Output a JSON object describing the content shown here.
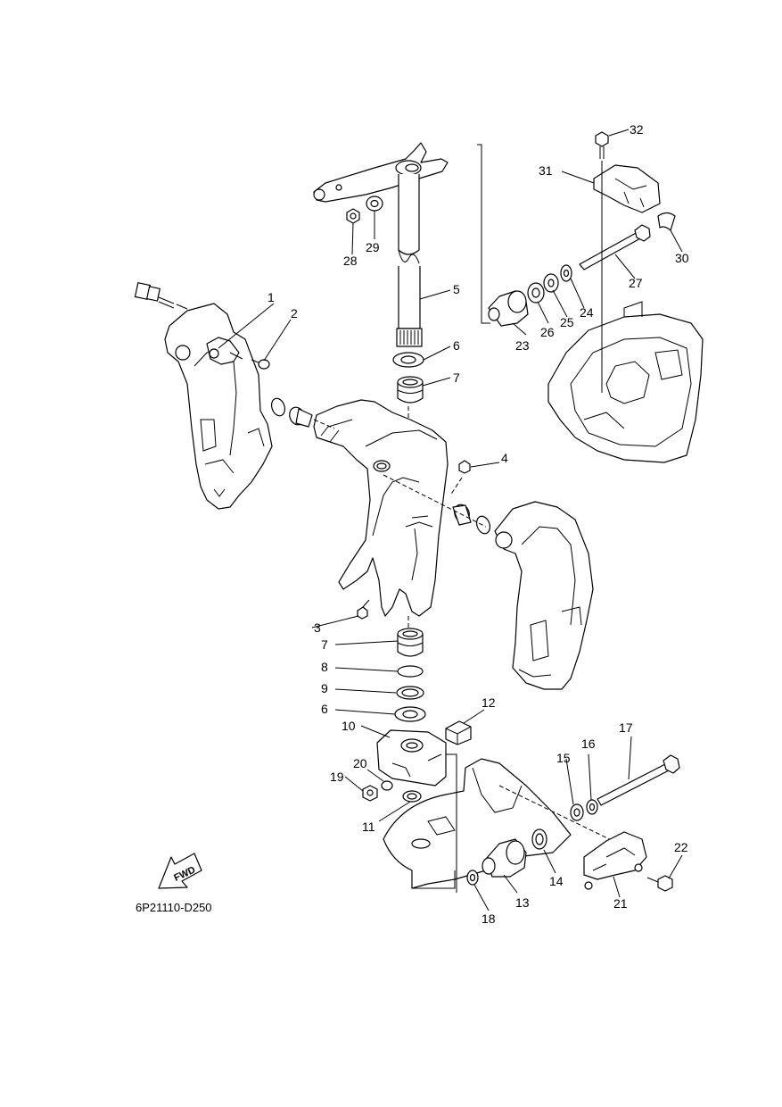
{
  "diagram_code": "6P21110-D250",
  "fwd_label": "FWD",
  "callouts": [
    "1",
    "2",
    "3",
    "4",
    "5",
    "6",
    "6",
    "7",
    "7",
    "8",
    "9",
    "10",
    "11",
    "12",
    "13",
    "14",
    "15",
    "16",
    "17",
    "18",
    "19",
    "20",
    "21",
    "22",
    "23",
    "24",
    "25",
    "26",
    "27",
    "28",
    "29",
    "30",
    "31",
    "32"
  ]
}
